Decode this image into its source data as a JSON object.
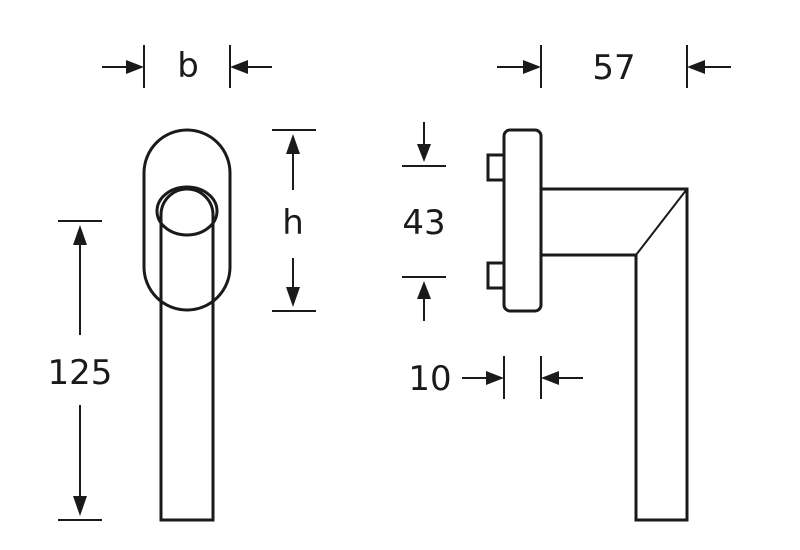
{
  "labels": {
    "b": "b",
    "h": "h",
    "d125": "125",
    "d57": "57",
    "d43": "43",
    "d10": "10"
  },
  "colors": {
    "line": "#1a1a1a",
    "background": "#ffffff"
  }
}
